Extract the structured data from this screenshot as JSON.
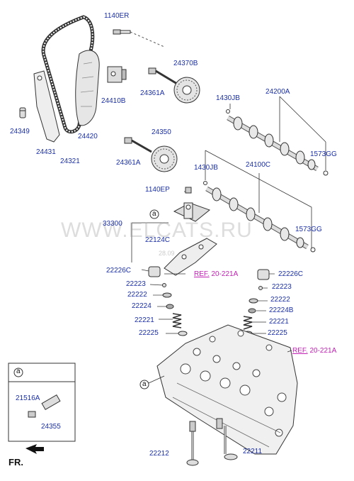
{
  "watermark": "WWW.ELCATS.RU",
  "date_mark": "28.09",
  "direction_label": "FR.",
  "callout_letter": "a",
  "detail_box": {
    "letter": "a"
  },
  "references": {
    "ref1": {
      "prefix": "REF.",
      "code": "20-221A"
    },
    "ref2": {
      "prefix": "REF.",
      "code": "20-221A"
    }
  },
  "parts": {
    "p1140ER": "1140ER",
    "p24370B": "24370B",
    "p24410B": "24410B",
    "p24361A_1": "24361A",
    "p1430JB_1": "1430JB",
    "p24200A": "24200A",
    "p24349": "24349",
    "p24420": "24420",
    "p24431": "24431",
    "p24321": "24321",
    "p24350": "24350",
    "p1573GG_1": "1573GG",
    "p24361A_2": "24361A",
    "p1430JB_2": "1430JB",
    "p24100C": "24100C",
    "p1140EP": "1140EP",
    "p33300": "33300",
    "p22124C": "22124C",
    "p1573GG_2": "1573GG",
    "p22226C_1": "22226C",
    "p22226C_2": "22226C",
    "p22223_1": "22223",
    "p22223_2": "22223",
    "p22222_1": "22222",
    "p22222_2": "22222",
    "p22224": "22224",
    "p22224B": "22224B",
    "p22221_1": "22221",
    "p22221_2": "22221",
    "p22225_1": "22225",
    "p22225_2": "22225",
    "p21516A": "21516A",
    "p24355": "24355",
    "p22212": "22212",
    "p22211": "22211"
  }
}
